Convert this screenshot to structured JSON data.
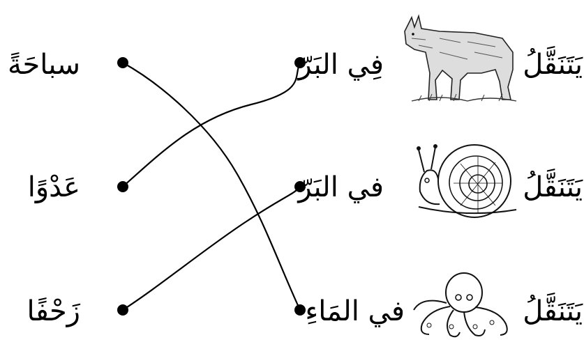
{
  "left_words": [
    {
      "text": "سباحَةً"
    },
    {
      "text": "عَدْوًا"
    },
    {
      "text": "زَحْفًا"
    }
  ],
  "right_rows": [
    {
      "verb": "يَتَنَقَّلُ",
      "place": "فِي البَرّ",
      "animal_icon": "wolf-icon"
    },
    {
      "verb": "يَتَنَقَّلُ",
      "place": "في البَرّ",
      "animal_icon": "snail-icon"
    },
    {
      "verb": "يَتَنَقَّلُ",
      "place": "في المَاءِ",
      "animal_icon": "octopus-icon"
    }
  ],
  "connections": [
    {
      "from_left_row": 1,
      "to_right_row": 3
    },
    {
      "from_left_row": 2,
      "to_right_row": 1
    },
    {
      "from_left_row": 3,
      "to_right_row": 2
    }
  ]
}
